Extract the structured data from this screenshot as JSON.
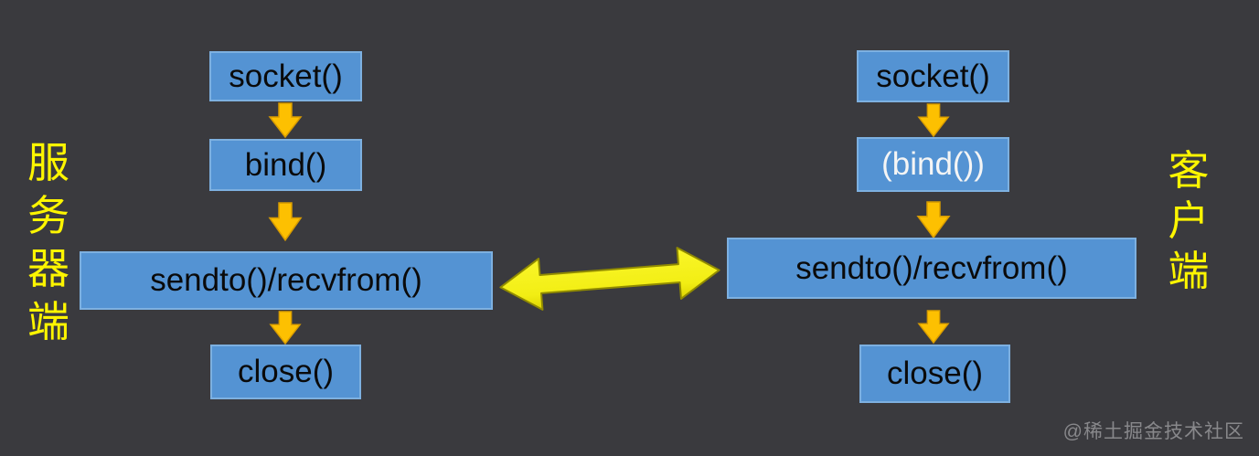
{
  "server": {
    "side_label": "服务器端",
    "steps": [
      {
        "id": "socket",
        "label": "socket()"
      },
      {
        "id": "bind",
        "label": "bind()"
      },
      {
        "id": "sendto-recvfrom",
        "label": "sendto()/recvfrom()"
      },
      {
        "id": "close",
        "label": "close()"
      }
    ]
  },
  "client": {
    "side_label": "客户端",
    "steps": [
      {
        "id": "socket",
        "label": "socket()"
      },
      {
        "id": "bind-optional",
        "label": "(bind())"
      },
      {
        "id": "sendto-recvfrom",
        "label": "sendto()/recvfrom()"
      },
      {
        "id": "close",
        "label": "close()"
      }
    ]
  },
  "icons": {
    "down_arrow": "down-arrow",
    "connection": "double-headed-arrow"
  },
  "watermark": {
    "text": "@稀土掘金技术社区"
  },
  "colors": {
    "background": "#3a3a3e",
    "box_fill": "#5493d3",
    "box_border": "#7db0e0",
    "box_text": "#0a0a0a",
    "optional_step_text": "#f5f5f5",
    "side_label": "#fdf500",
    "down_arrow": "#fdc001",
    "double_arrow": "#f2ee14",
    "watermark": "#a2a2a5"
  }
}
